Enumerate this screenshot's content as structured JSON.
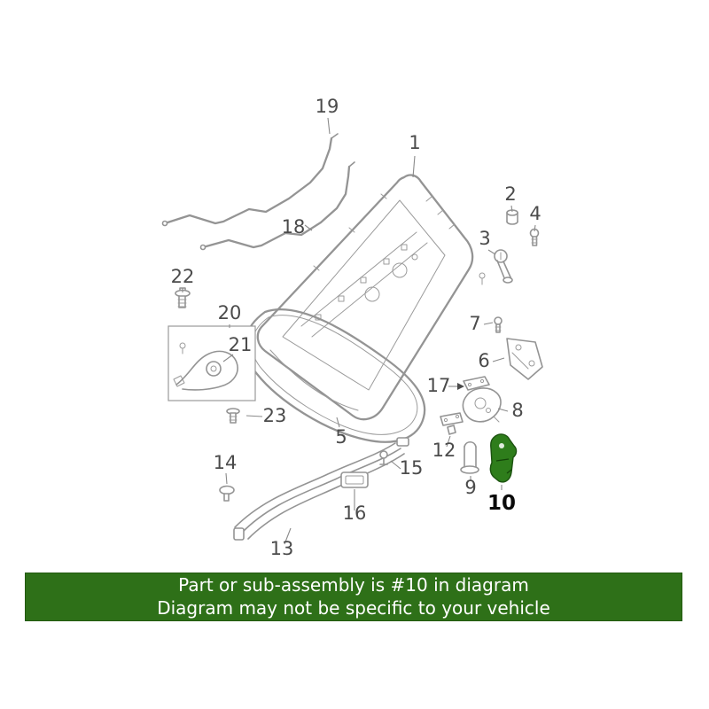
{
  "diagram": {
    "highlighted_part": "10",
    "callouts": {
      "p1": "1",
      "p2": "2",
      "p3": "3",
      "p4": "4",
      "p5": "5",
      "p6": "6",
      "p7": "7",
      "p8": "8",
      "p9": "9",
      "p10": "10",
      "p12": "12",
      "p13": "13",
      "p14": "14",
      "p15": "15",
      "p16": "16",
      "p17": "17",
      "p18": "18",
      "p19": "19",
      "p20": "20",
      "p21": "21",
      "p22": "22",
      "p23": "23"
    }
  },
  "colors": {
    "highlight": "#2e7d1b",
    "banner_bg": "#2e7018",
    "banner_text": "#ffffff",
    "line": "#949494",
    "label": "#4b4b4b"
  },
  "banner": {
    "line1": "Part or sub-assembly is #10 in diagram",
    "line2": "Diagram may not be specific to your vehicle"
  }
}
